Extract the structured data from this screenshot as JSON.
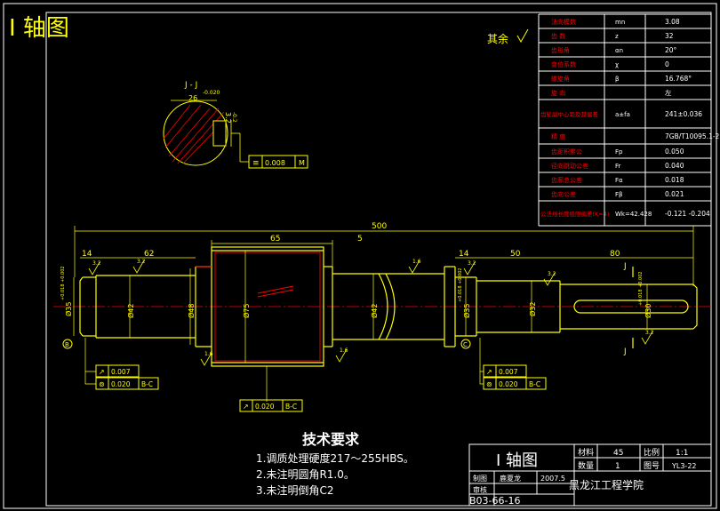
{
  "title": "I 轴图",
  "roughness_note": "其余",
  "gear_table": [
    {
      "param": "法向模数",
      "symbol": "mn",
      "value": "3.08"
    },
    {
      "param": "齿  数",
      "symbol": "z",
      "value": "32"
    },
    {
      "param": "齿形角",
      "symbol": "αn",
      "value": "20°"
    },
    {
      "param": "变位系数",
      "symbol": "χ",
      "value": "0"
    },
    {
      "param": "螺旋角",
      "symbol": "β",
      "value": "16.768°"
    },
    {
      "param": "旋  向",
      "symbol": "",
      "value": "左"
    },
    {
      "param": "齿轮副中心距及其偏差",
      "symbol": "a±fa",
      "value": "241±0.036"
    },
    {
      "param": "精  度",
      "symbol": "",
      "value": "7GB/T10095.1-2"
    },
    {
      "param": "齿距积累公",
      "symbol": "Fp",
      "value": "0.050"
    },
    {
      "param": "径向跳动公差",
      "symbol": "Fr",
      "value": "0.040"
    },
    {
      "param": "齿廓总公差",
      "symbol": "Fα",
      "value": "0.018"
    },
    {
      "param": "齿向公差",
      "symbol": "Fβ",
      "value": "0.021"
    },
    {
      "param": "公法线长度极限偏差(K=4)",
      "symbol": "Wk=42.428",
      "value": "-0.121 -0.204"
    }
  ],
  "section": {
    "label": "J - J",
    "width_dim": "26",
    "width_tol": "-0.020",
    "depth_tol": "-0.2",
    "depth_dim": "4.5",
    "tolerance": "0.008",
    "datum": "M",
    "roughness": "3.2"
  },
  "dimensions": {
    "total_length": "500",
    "d14_left": "14",
    "d62": "62",
    "d65": "65",
    "d5": "5",
    "d14_right": "14",
    "d50": "50",
    "d80": "80",
    "dia_35_left": "Ø35",
    "dia_35_left_tol": "+0.018 +0.002",
    "dia_42_a": "Ø42",
    "dia_48": "Ø48",
    "dia_75": "Ø75",
    "dia_42_b": "Ø42",
    "dia_35_right": "Ø35",
    "dia_35_right_tol": "+0.018 +0.002",
    "dia_32": "Ø32",
    "dia_30": "Ø30",
    "dia_30_tol": "+0.018 +0.002",
    "section_mark": "J",
    "roughness_vals": [
      "3.2",
      "1.6",
      "3.2",
      "1.6",
      "1.6",
      "3.2",
      "3.2",
      "3.2"
    ]
  },
  "tolerance_frames": [
    {
      "sym": "↗",
      "val": "0.007",
      "datum": ""
    },
    {
      "sym": "⊚",
      "val": "0.020",
      "datum": "B-C"
    },
    {
      "sym": "↗",
      "val": "0.007",
      "datum": ""
    },
    {
      "sym": "⊚",
      "val": "0.020",
      "datum": "B-C"
    },
    {
      "sym": "↗",
      "val": "0.020",
      "datum": "B-C"
    }
  ],
  "datums": [
    "B",
    "C"
  ],
  "tech_req": {
    "heading": "技术要求",
    "items": [
      "1.调质处理硬度217～255HBS。",
      "2.未注明圆角R1.0。",
      "3.未注明倒角C2"
    ]
  },
  "title_block": {
    "name": "I 轴图",
    "material_label": "材料",
    "material": "45",
    "scale_label": "比例",
    "scale": "1:1",
    "qty_label": "数量",
    "qty": "1",
    "drawing_no_label": "图号",
    "drawing_no": "YL3-22",
    "drawn_label": "制图",
    "drawn_by": "鹿夏龙",
    "date": "2007.5",
    "checked_label": "审核",
    "school": "黑龙江工程学院",
    "code": "B03-66-16"
  },
  "colors": {
    "background": "#000000",
    "frame": "#ffffff",
    "outline": "#ffff00",
    "centerline": "#ff0000",
    "text": "#ffff00",
    "table_text": "#ff0000"
  }
}
